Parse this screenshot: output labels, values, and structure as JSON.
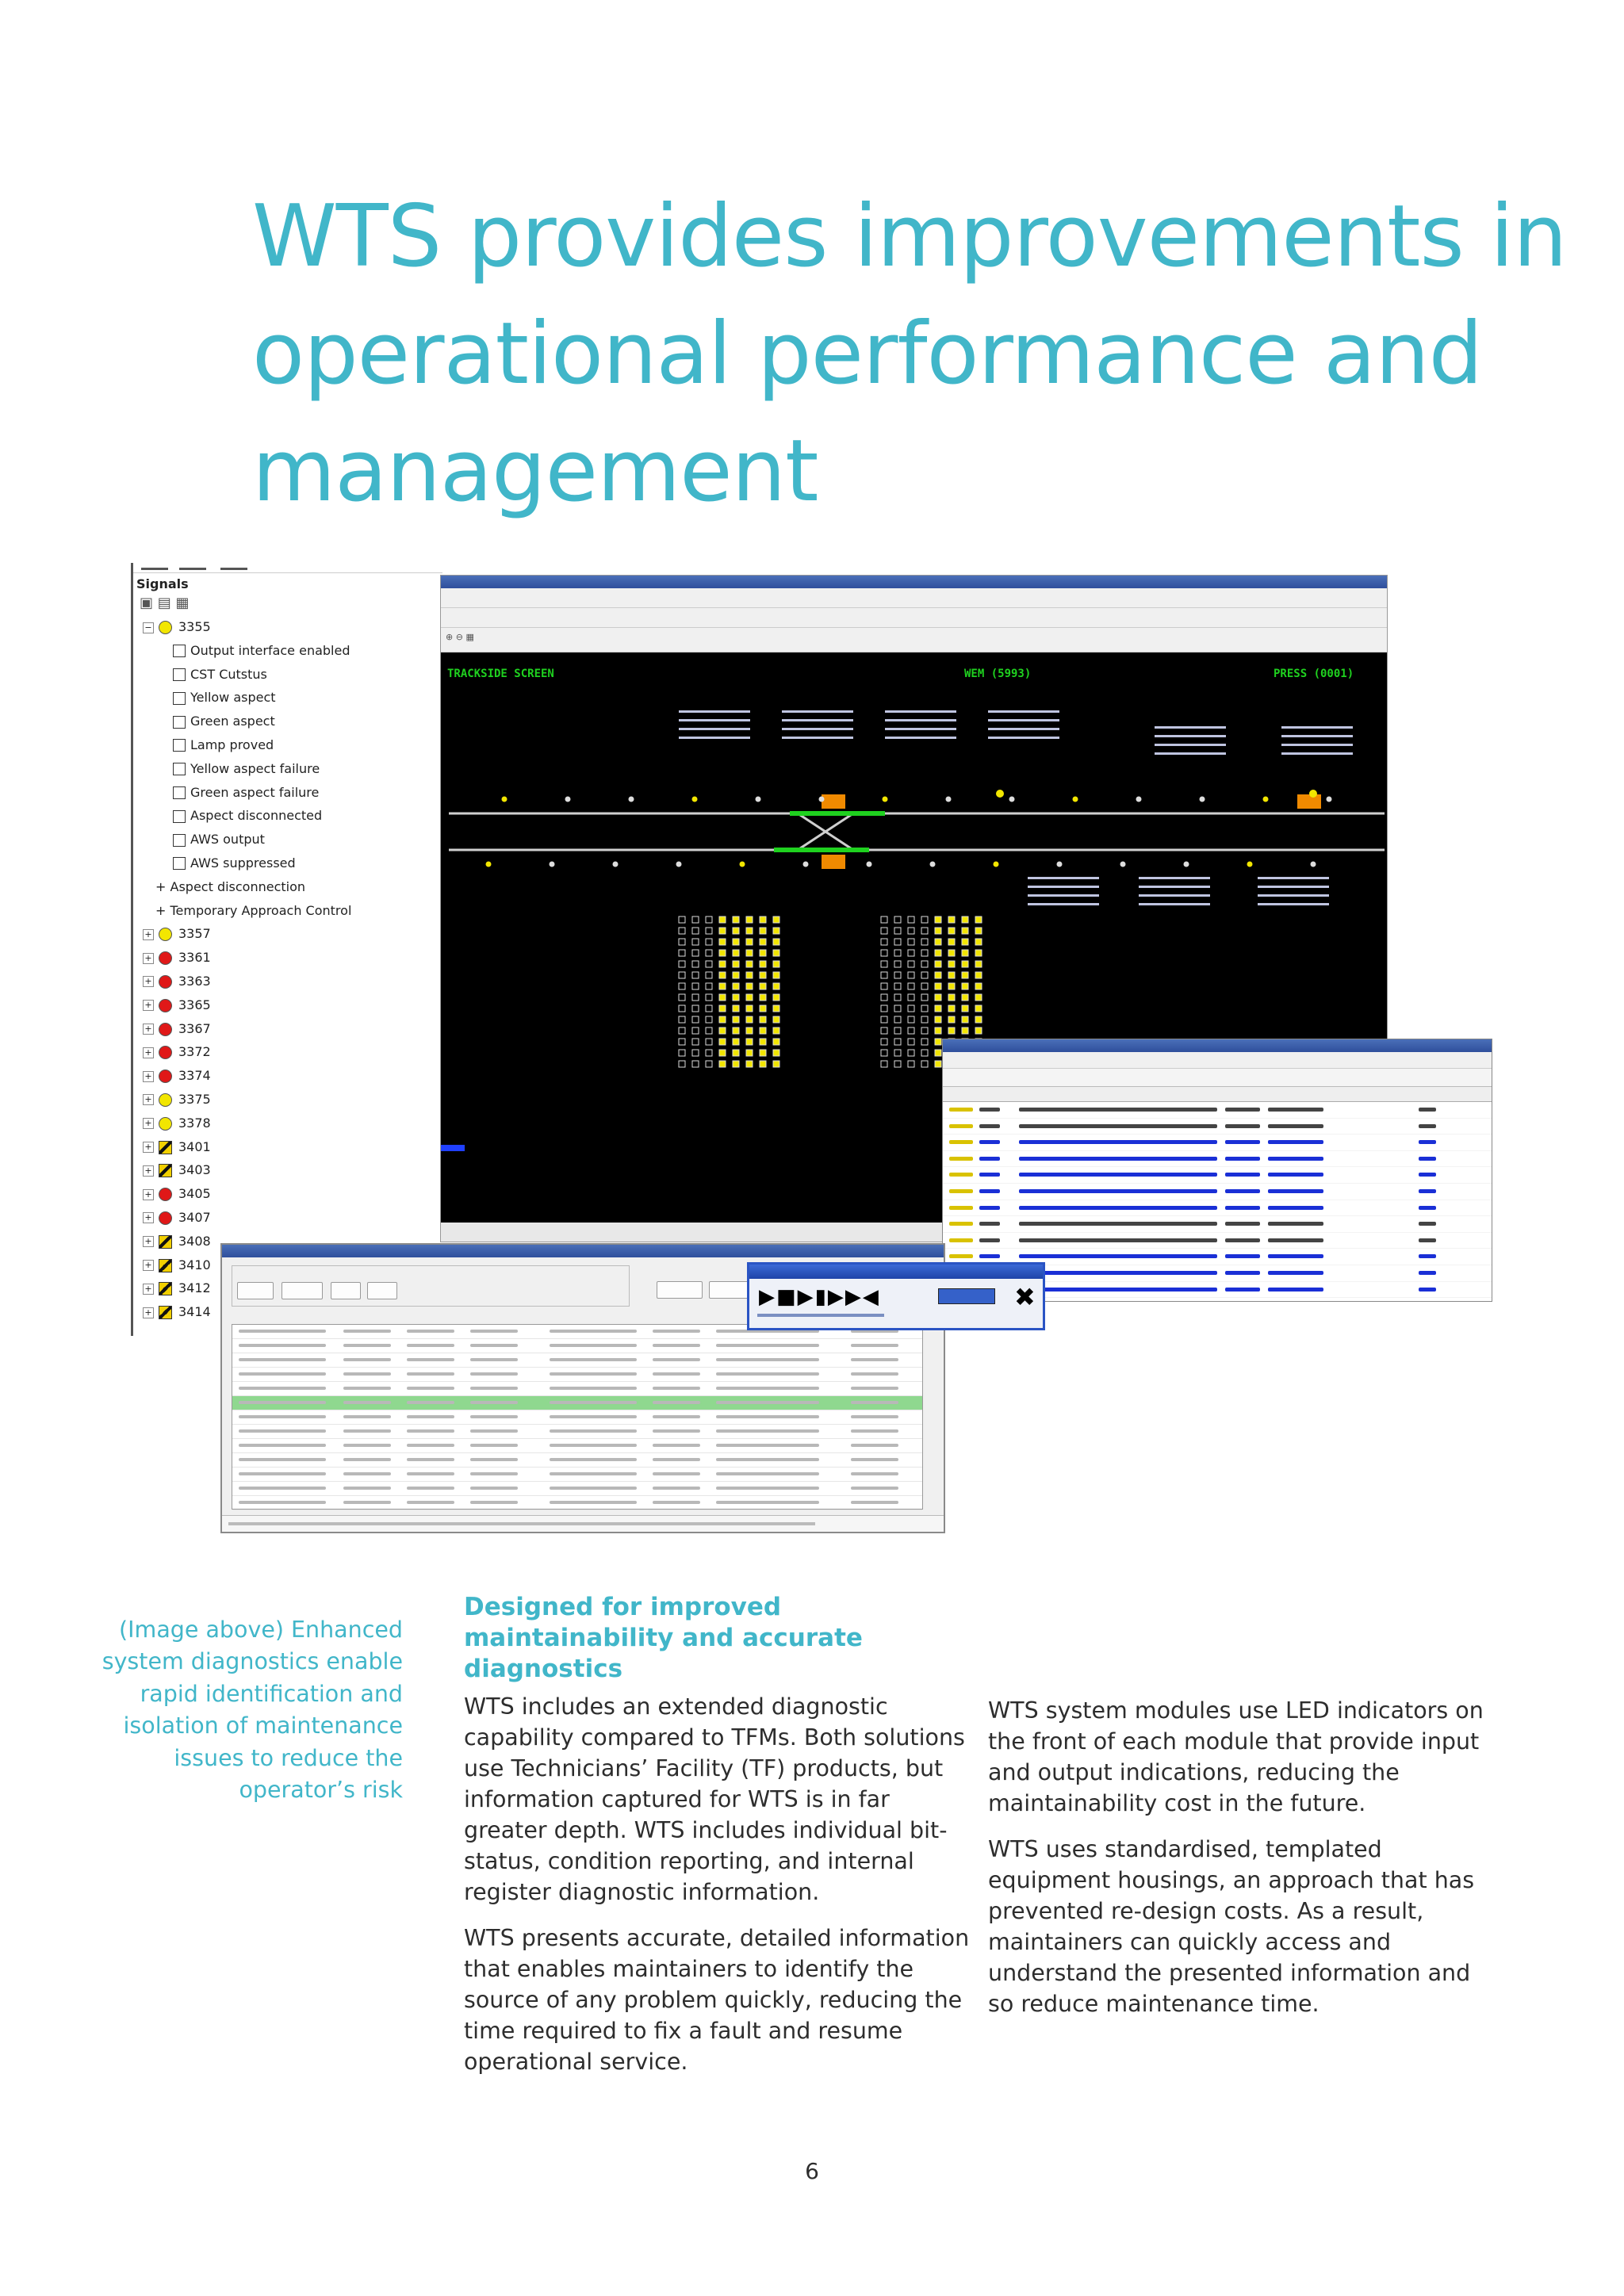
{
  "title_lines": [
    "WTS provides improvements in",
    "operational performance and",
    "management"
  ],
  "signal_tree": {
    "header": "Signals",
    "root": "3355",
    "root_children": [
      "Output interface enabled",
      "CST Cutstus",
      "Yellow aspect",
      "Green aspect",
      "Lamp proved",
      "Yellow aspect failure",
      "Green aspect failure",
      "Aspect disconnected",
      "AWS output",
      "AWS suppressed"
    ],
    "groups": [
      "Aspect disconnection",
      "Temporary Approach Control"
    ],
    "signals": [
      {
        "id": "3357",
        "state": "yellow"
      },
      {
        "id": "3361",
        "state": "red"
      },
      {
        "id": "3363",
        "state": "red"
      },
      {
        "id": "3365",
        "state": "red"
      },
      {
        "id": "3367",
        "state": "red"
      },
      {
        "id": "3372",
        "state": "red"
      },
      {
        "id": "3374",
        "state": "red"
      },
      {
        "id": "3375",
        "state": "yellow"
      },
      {
        "id": "3378",
        "state": "yellow"
      },
      {
        "id": "3401",
        "state": "hazard"
      },
      {
        "id": "3403",
        "state": "hazard"
      },
      {
        "id": "3405",
        "state": "red"
      },
      {
        "id": "3407",
        "state": "red"
      },
      {
        "id": "3408",
        "state": "hazard"
      },
      {
        "id": "3410",
        "state": "hazard"
      },
      {
        "id": "3412",
        "state": "hazard"
      },
      {
        "id": "3414",
        "state": "hazard"
      }
    ]
  },
  "track_screen": {
    "left_title": "TRACKSIDE SCREEN",
    "centre_title": "WEM (5993)",
    "right_title": "PRESS (0001)"
  },
  "colors": {
    "accent": "#41b6c9",
    "signal_red": "#e01818",
    "signal_yellow": "#f2e600",
    "track_green": "#1fd11f",
    "track_orange": "#f08a00",
    "alarm_blue": "#1a2fd6",
    "replay_highlight": "#8fd88f"
  },
  "caption": "(Image above) Enhanced system diagnostics enable rapid identification and isolation of maintenance issues to reduce the operator’s risk",
  "section_heading": "Designed for improved maintainability and accurate diagnostics",
  "col1_paragraphs": [
    "WTS includes an extended diagnostic capability compared to TFMs. Both solutions use Technicians’ Facility (TF) products, but information captured for WTS is in far greater depth. WTS includes individual bit-status, condition reporting, and internal register diagnostic information.",
    "WTS presents accurate, detailed information that enables maintainers to identify the source of any problem quickly, reducing the time required to fix a fault and resume operational service."
  ],
  "col2_paragraphs": [
    "WTS system modules use LED indicators on the front of each module that provide input and output indications, reducing the maintainability cost in the future.",
    "WTS uses standardised, templated equipment housings, an approach that has prevented re-design costs. As a result, maintainers can quickly access and understand the presented information and so reduce maintenance time."
  ],
  "page_number": "6"
}
